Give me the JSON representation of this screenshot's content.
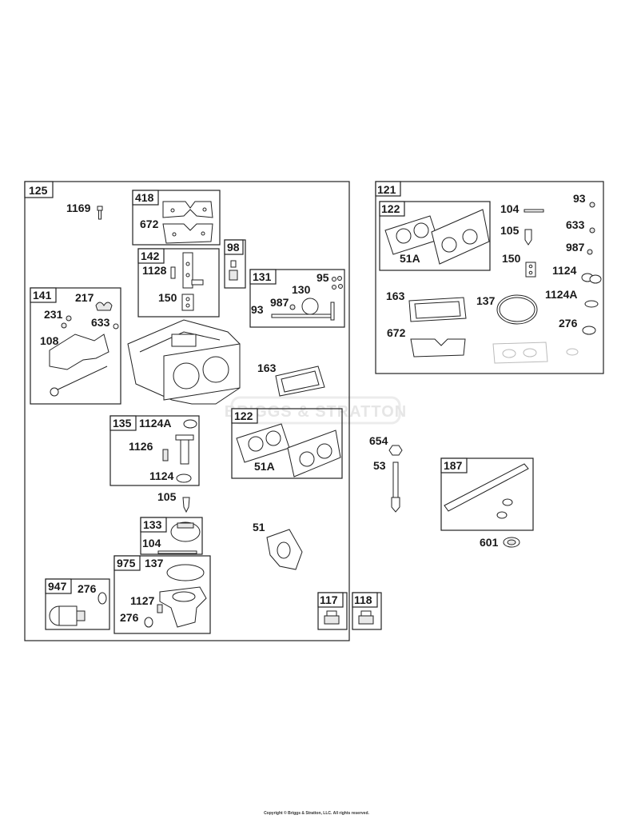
{
  "watermark": "BRIGGS & STRATTON",
  "copyright": "Copyright © Briggs & Stratton, LLC. All rights reserved.",
  "box_labels": {
    "b125": "125",
    "b418": "418",
    "b98": "98",
    "b142": "142",
    "b131": "131",
    "b141": "141",
    "b135": "135",
    "b122a": "122",
    "b133": "133",
    "b975": "975",
    "b947": "947",
    "b117": "117",
    "b118": "118",
    "b121": "121",
    "b122b": "122",
    "b187": "187"
  },
  "part_labels": {
    "p1169": "1169",
    "p672a": "672",
    "p1128": "1128",
    "p150a": "150",
    "p95": "95",
    "p130": "130",
    "p987a": "987",
    "p93a": "93",
    "p217": "217",
    "p231": "231",
    "p633a": "633",
    "p108": "108",
    "p163a": "163",
    "p1124Aa": "1124A",
    "p1126": "1126",
    "p1124a": "1124",
    "p51Aa": "51A",
    "p105a": "105",
    "p104a": "104",
    "p51": "51",
    "p137a": "137",
    "p1127": "1127",
    "p276a": "276",
    "p276b": "276",
    "p654": "654",
    "p53": "53",
    "p601": "601",
    "p104b": "104",
    "p93b": "93",
    "p105b": "105",
    "p633b": "633",
    "p987b": "987",
    "p150b": "150",
    "p1124b": "1124",
    "p1124Ab": "1124A",
    "p51Ab": "51A",
    "p163b": "163",
    "p137b": "137",
    "p276c": "276",
    "p672b": "672"
  }
}
